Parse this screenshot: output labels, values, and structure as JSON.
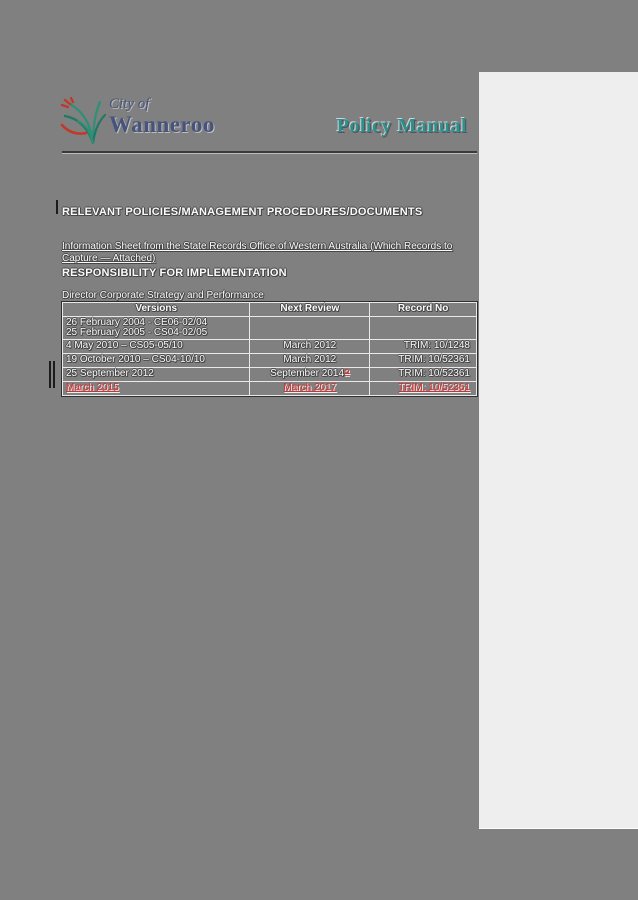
{
  "header": {
    "logo_small": "City of",
    "logo_large": "Wanneroo",
    "manual_title": "Policy Manual"
  },
  "body": {
    "relevant_heading": "RELEVANT POLICIES/MANAGEMENT PROCEDURES/DOCUMENTS",
    "info_sheet": "Information Sheet from the State Records Office of Western Australia (Which Records to Capture — Attached)",
    "responsibility_heading": "RESPONSIBILITY FOR IMPLEMENTATION",
    "responsibility_text": "Director Corporate Strategy and Performance"
  },
  "table": {
    "headers": [
      "Versions",
      "Next Review",
      "Record No"
    ],
    "rows": [
      {
        "versions_line1": "26 February 2004 - CE06-02/04",
        "versions_line2": "25 February 2005 - CS04-02/05",
        "next_review": "",
        "record_no": ""
      },
      {
        "versions": "4 May 2010 – CS05-05/10",
        "next_review": "March 2012",
        "record_no": "TRIM:  10/1248"
      },
      {
        "versions": "19 October 2010 – CS04-10/10",
        "next_review": "March 2012",
        "record_no": "TRIM: 10/52361"
      },
      {
        "versions": "25 September 2012",
        "next_review": "September 2014",
        "next_review_deleted": "2",
        "record_no": "TRIM: 10/52361",
        "change_type": "edited"
      },
      {
        "versions": "March 2015",
        "next_review": "March 2017",
        "record_no": "TRIM: 10/52361",
        "change_type": "inserted"
      }
    ]
  },
  "colors": {
    "background": "#808080",
    "page_edge": "#eeeeee",
    "accent_teal": "#2e8f8f",
    "revision_red": "#d92b2b",
    "logo_navy": "#45537d"
  }
}
